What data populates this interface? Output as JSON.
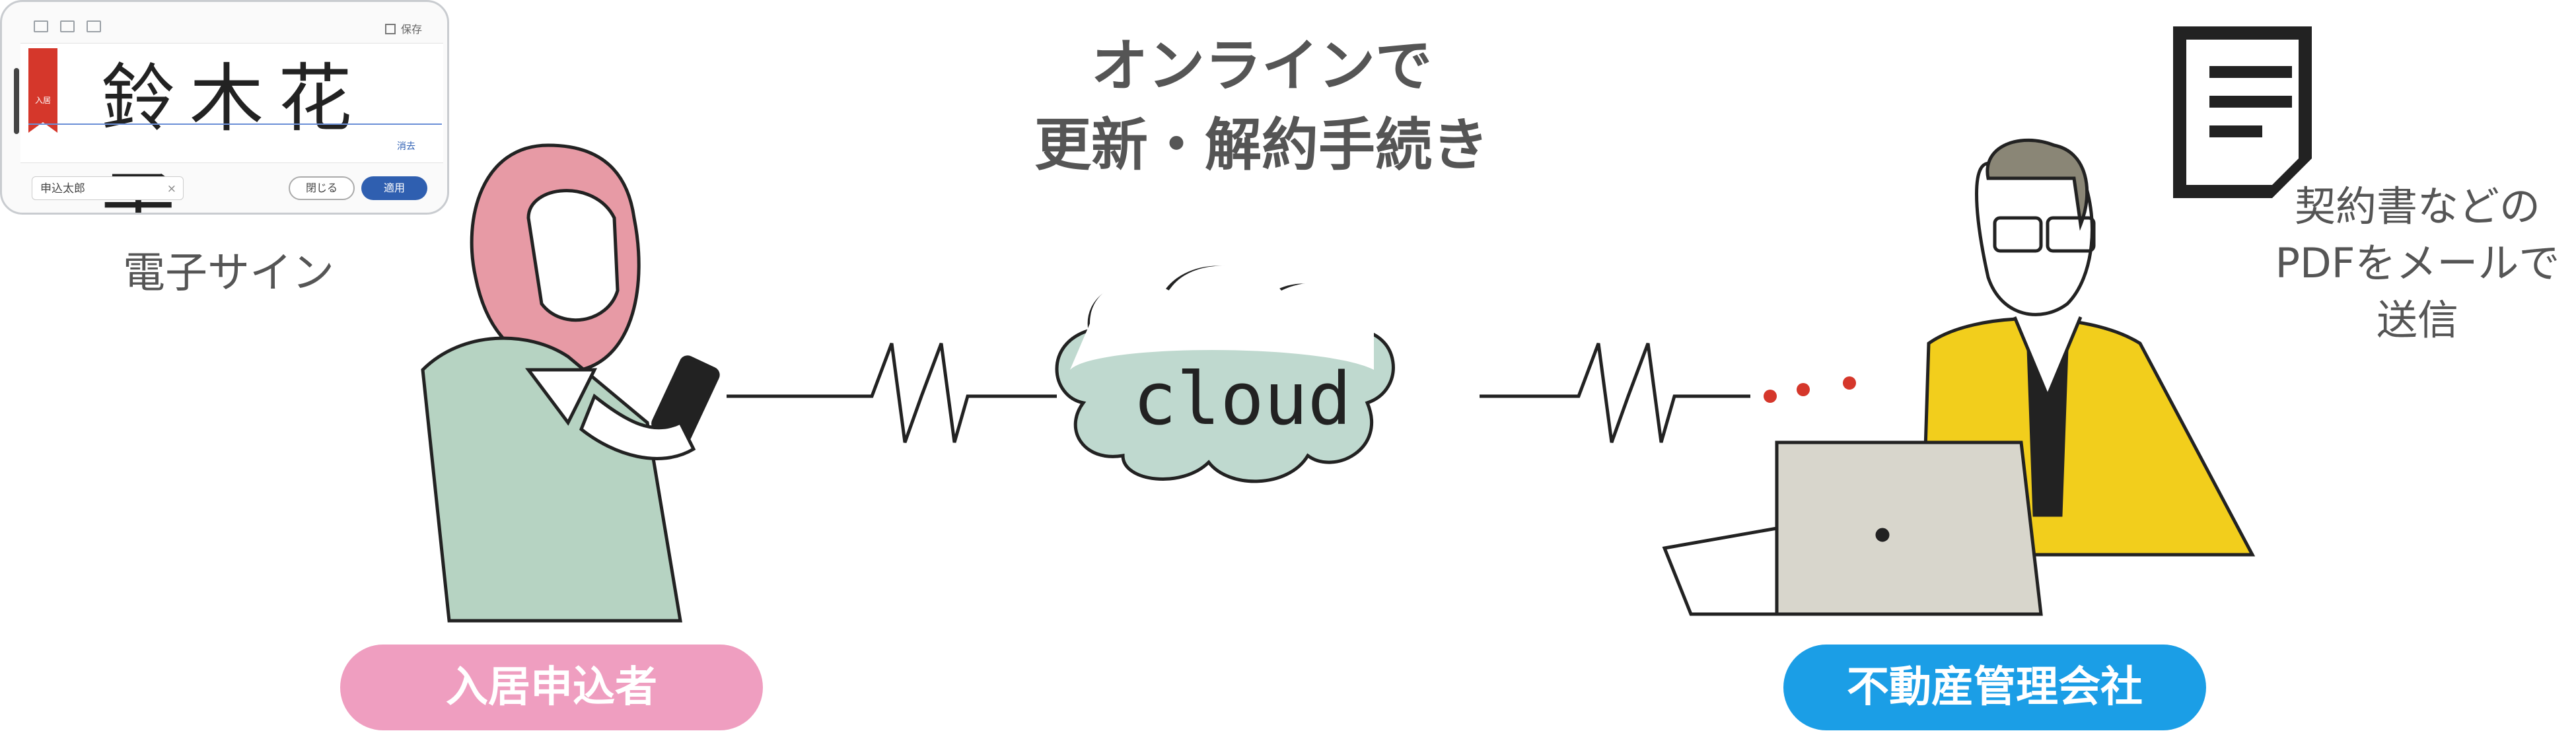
{
  "phone": {
    "save_label": "保存",
    "tag_label": "入居",
    "signature": "鈴木花子",
    "small_link": "消去",
    "name_value": "申込太郎",
    "clear_glyph": "×",
    "close_button": "閉じる",
    "apply_button": "適用"
  },
  "esign_caption": "電子サイン",
  "title_line1": "オンラインで",
  "title_line2": "更新・解約手続き",
  "cloud_label": "cloud",
  "doc_caption": [
    "契約書などの",
    "PDFをメールで",
    "送信"
  ],
  "applicant_label": "入居申込者",
  "company_label": "不動産管理会社",
  "colors": {
    "applicant_pill": "#ef9ec0",
    "company_pill": "#1b9ee6",
    "cloud_fill": "#bfd9cf",
    "woman_hair": "#e79aa5",
    "woman_suit": "#b6d3c2",
    "man_suit": "#f2ce1c",
    "accent_red": "#d5372b"
  },
  "icons": [
    "signature-pad",
    "document-icon",
    "smartphone-icon",
    "laptop-icon",
    "cloud-icon"
  ]
}
